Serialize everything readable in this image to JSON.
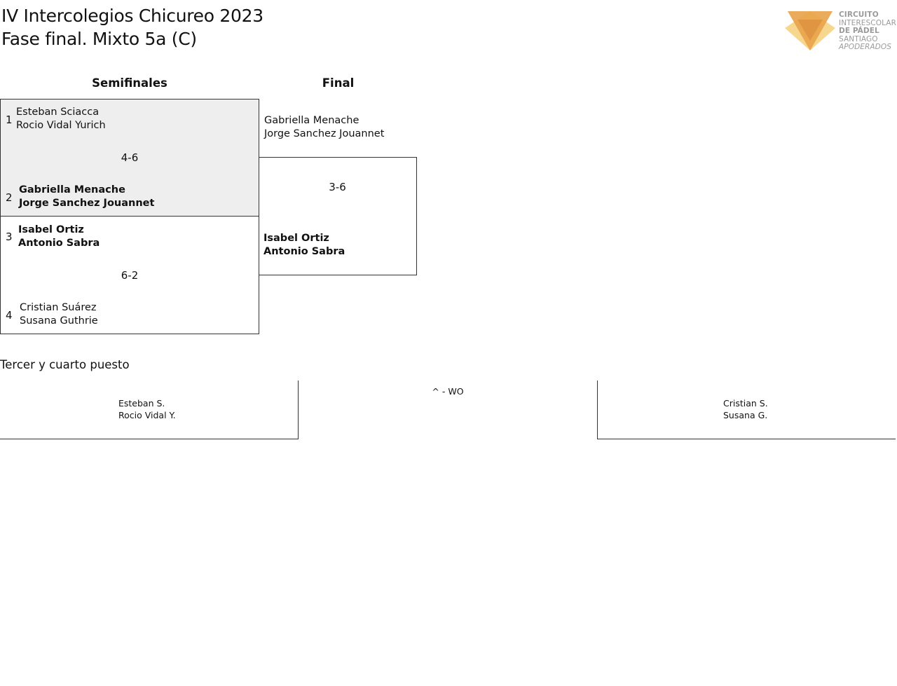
{
  "header": {
    "title": "IV Intercolegios Chicureo 2023",
    "subtitle": "Fase final. Mixto 5a (C)"
  },
  "logo": {
    "lines": [
      "CIRCUITO",
      "INTERESCOLAR",
      "DE PÁDEL",
      "SANTIAGO",
      "APODERADOS"
    ],
    "color_primary": "#e8a34a",
    "color_secondary": "#f6cf7a"
  },
  "rounds": {
    "semis_label": "Semifinales",
    "final_label": "Final"
  },
  "semifinals": [
    {
      "top": {
        "seed": "1",
        "p1": "Esteban Sciacca",
        "p2": "Rocio Vidal Yurich"
      },
      "score": "4-6",
      "bottom": {
        "seed": "2",
        "p1": "Gabriella Menache",
        "p2": "Jorge Sanchez Jouannet"
      }
    },
    {
      "top": {
        "seed": "3",
        "p1": "Isabel Ortiz",
        "p2": "Antonio Sabra"
      },
      "score": "6-2",
      "bottom": {
        "seed": "4",
        "p1": "Cristian Suárez",
        "p2": "Susana Guthrie"
      }
    }
  ],
  "final": {
    "top": {
      "p1": "Gabriella Menache",
      "p2": "Jorge Sanchez Jouannet"
    },
    "score": "3-6",
    "bottom": {
      "p1": "Isabel Ortiz",
      "p2": "Antonio Sabra"
    }
  },
  "third_place": {
    "label": "Tercer y cuarto puesto",
    "left": {
      "p1": "Esteban S.",
      "p2": "Rocio Vidal Y."
    },
    "score": "^ - WO",
    "right": {
      "p1": "Cristian S.",
      "p2": "Susana G."
    }
  },
  "colors": {
    "highlight_bg": "#eeeeee",
    "border": "#333333"
  }
}
